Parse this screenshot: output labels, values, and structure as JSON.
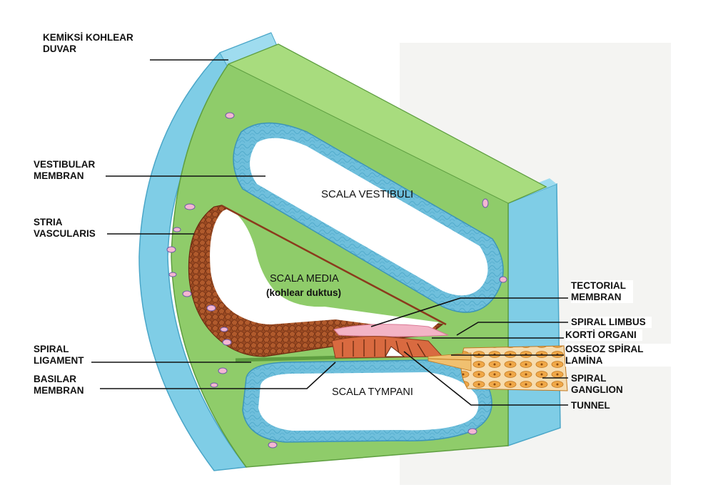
{
  "labels": {
    "bony_wall": [
      "KEMİKSİ KOHLEAR",
      "DUVAR"
    ],
    "vestibular_membrane": [
      "VESTIBULAR",
      "MEMBRAN"
    ],
    "stria_vascularis": [
      "STRIA",
      "VASCULARIS"
    ],
    "spiral_ligament": [
      "SPIRAL",
      "LIGAMENT"
    ],
    "basilar_membrane": [
      "BASILAR",
      "MEMBRAN"
    ],
    "tectorial_membrane": [
      "TECTORIAL",
      "MEMBRAN"
    ],
    "spiral_limbus": "SPIRAL LIMBUS",
    "organ_of_corti": "KORTİ ORGANI",
    "osseous_spiral_lamina": [
      "OSSEOZ SPİRAL",
      "LAMİNA"
    ],
    "spiral_ganglion": [
      "SPIRAL",
      "GANGLION"
    ],
    "tunnel": "TUNNEL",
    "scala_vestibuli": "SCALA VESTIBULI",
    "scala_media": "SCALA MEDIA",
    "cochlear_duct": "(kohlear duktus)",
    "scala_tympani": "SCALA TYMPANI"
  },
  "colors": {
    "bone_blue": "#7fcde6",
    "tissue_green": "#8fcc6a",
    "stria_brown": "#8b3a1c",
    "tectorial_pink": "#f3b4c6",
    "ganglion_orange": "#f0a848",
    "fluid_white": "#ffffff"
  }
}
